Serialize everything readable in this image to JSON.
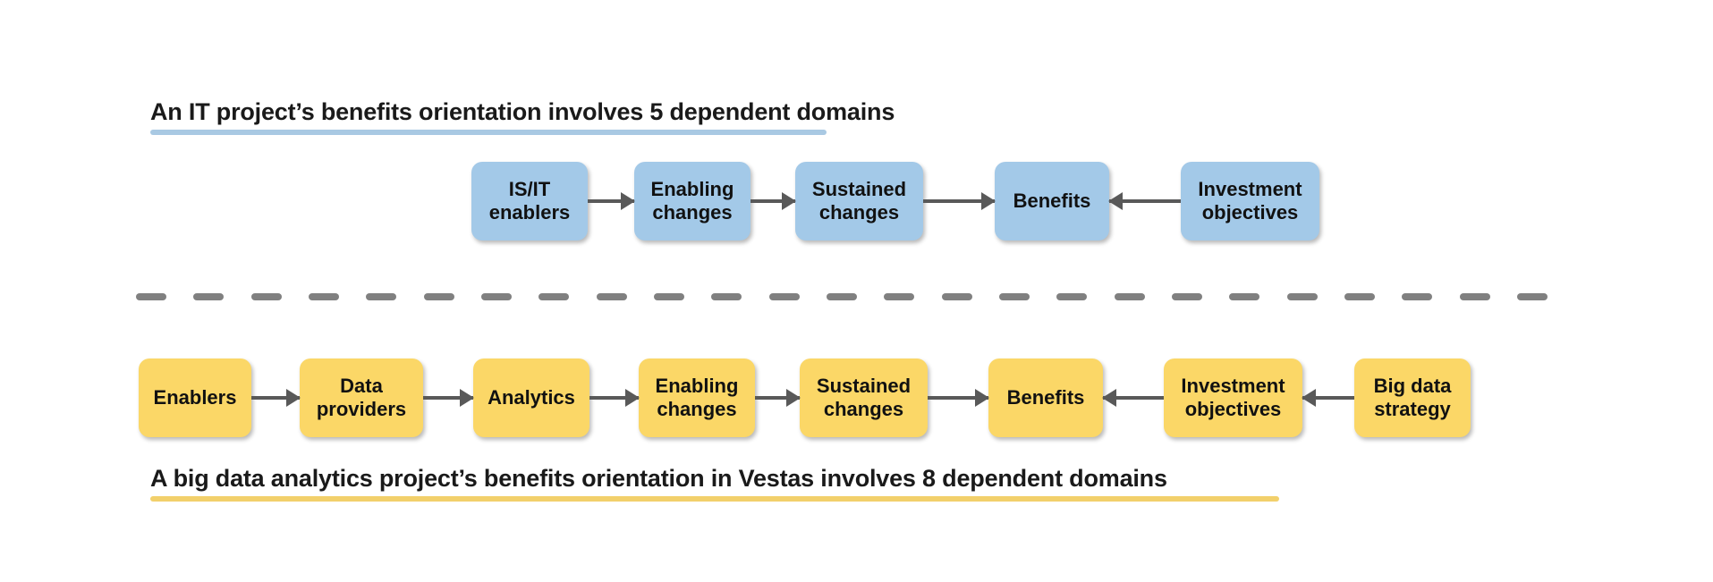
{
  "diagram": {
    "type": "flow-diagram",
    "background_color": "#ffffff",
    "sections": [
      {
        "id": "it-project",
        "title": "An IT project’s benefits orientation involves 5 dependent domains",
        "title_position": "above",
        "underline_color": "#a9c9e3",
        "node_color": "#a3c9e8",
        "node_count": 5,
        "nodes": [
          {
            "label": "IS/IT\nenablers",
            "width": 130
          },
          {
            "label": "Enabling\nchanges",
            "width": 130
          },
          {
            "label": "Sustained\nchanges",
            "width": 143
          },
          {
            "label": "Benefits",
            "width": 128
          },
          {
            "label": "Investment\nobjectives",
            "width": 155
          }
        ],
        "arrows": [
          {
            "from": "IS/IT enablers",
            "to": "Enabling changes",
            "direction": "right",
            "length": 52
          },
          {
            "from": "Enabling changes",
            "to": "Sustained changes",
            "direction": "right",
            "length": 50
          },
          {
            "from": "Sustained changes",
            "to": "Benefits",
            "direction": "right",
            "length": 80
          },
          {
            "from": "Investment objectives",
            "to": "Benefits",
            "direction": "left",
            "length": 80
          }
        ]
      },
      {
        "id": "big-data-vestas",
        "title": "A big data analytics project’s benefits orientation in Vestas involves 8 dependent domains",
        "title_position": "below",
        "underline_color": "#f2d06b",
        "node_color": "#fbd767",
        "node_count": 8,
        "nodes": [
          {
            "label": "Enablers",
            "width": 126
          },
          {
            "label": "Data\nproviders",
            "width": 138
          },
          {
            "label": "Analytics",
            "width": 130
          },
          {
            "label": "Enabling\nchanges",
            "width": 130
          },
          {
            "label": "Sustained\nchanges",
            "width": 143
          },
          {
            "label": "Benefits",
            "width": 128
          },
          {
            "label": "Investment\nobjectives",
            "width": 155
          },
          {
            "label": "Big data\nstrategy",
            "width": 130
          }
        ],
        "arrows": [
          {
            "from": "Enablers",
            "to": "Data providers",
            "direction": "right",
            "length": 54
          },
          {
            "from": "Data providers",
            "to": "Analytics",
            "direction": "right",
            "length": 56
          },
          {
            "from": "Analytics",
            "to": "Enabling changes",
            "direction": "right",
            "length": 55
          },
          {
            "from": "Enabling changes",
            "to": "Sustained changes",
            "direction": "right",
            "length": 50
          },
          {
            "from": "Sustained changes",
            "to": "Benefits",
            "direction": "right",
            "length": 68
          },
          {
            "from": "Investment objectives",
            "to": "Benefits",
            "direction": "left",
            "length": 68
          },
          {
            "from": "Big data strategy",
            "to": "Investment objectives",
            "direction": "left",
            "length": 58
          }
        ]
      }
    ],
    "divider": {
      "style": "dashed",
      "color": "#808080",
      "dash_count": 25
    },
    "arrow_color": "#595959"
  }
}
